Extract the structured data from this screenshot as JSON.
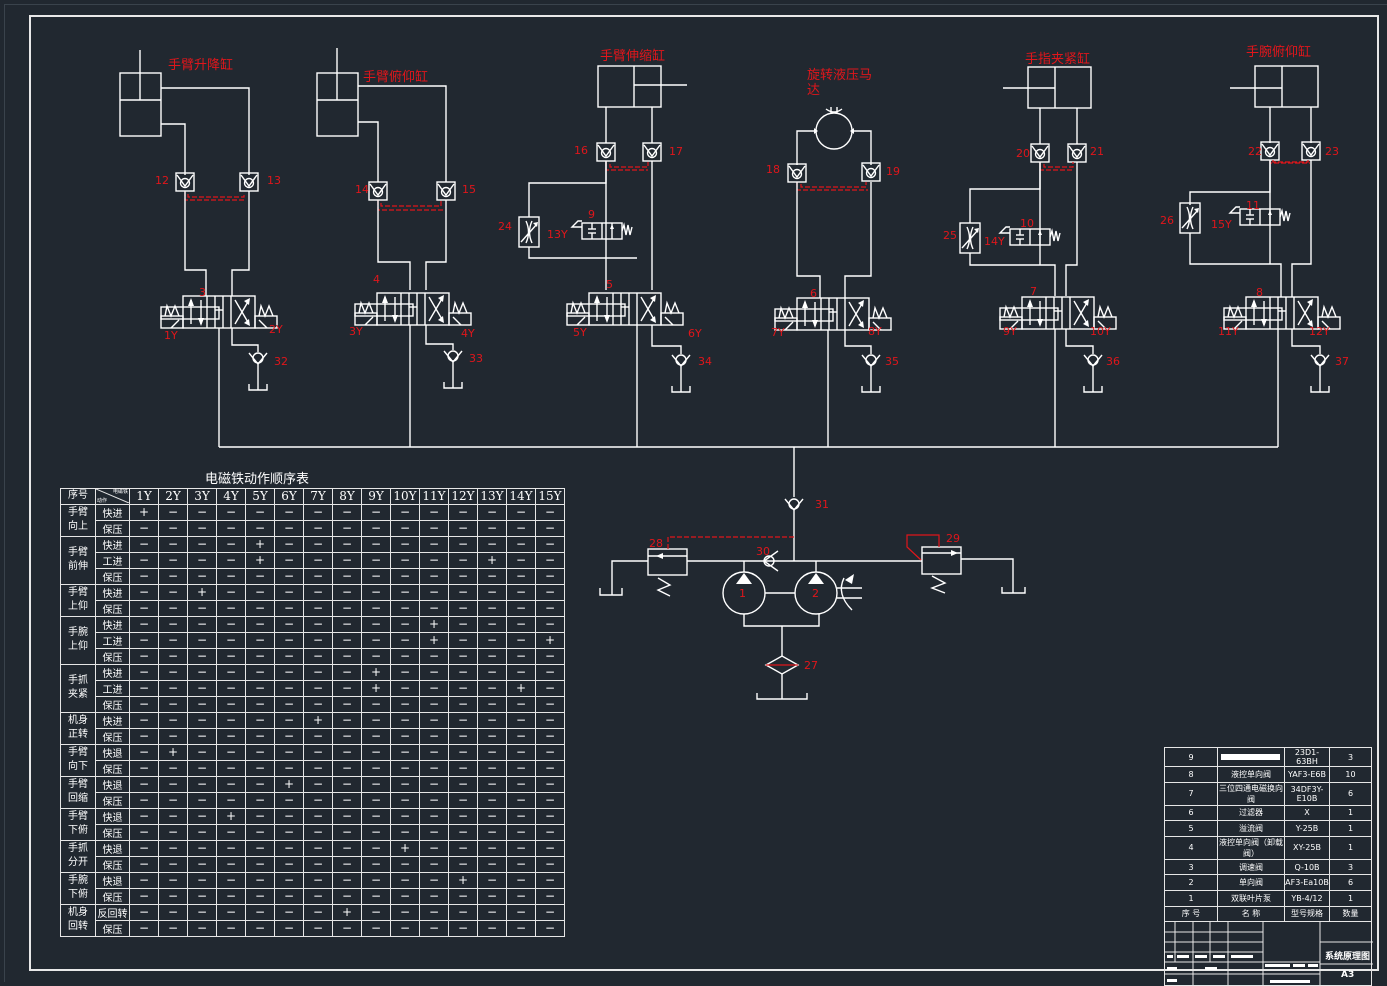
{
  "drawing": {
    "colors": {
      "background": "#212830",
      "line": "#ffffff",
      "annotation": "#e0161b"
    },
    "cylinders": [
      {
        "id": "arm-lift",
        "title": "手臂升降缸"
      },
      {
        "id": "arm-pitch",
        "title": "手臂俯仰缸"
      },
      {
        "id": "arm-extend",
        "title": "手臂伸缩缸"
      },
      {
        "id": "rotary-motor",
        "title": "旋转液压马达"
      },
      {
        "id": "finger-clamp",
        "title": "手指夹紧缸"
      },
      {
        "id": "wrist-pitch",
        "title": "手腕俯仰缸"
      }
    ],
    "check_valve_pairs": [
      [
        "12",
        "13"
      ],
      [
        "14",
        "15"
      ],
      [
        "16",
        "17"
      ],
      [
        "18",
        "19"
      ],
      [
        "20",
        "21"
      ],
      [
        "22",
        "23"
      ]
    ],
    "directional_valves": [
      {
        "num": "3",
        "left": "1Y",
        "right": "2Y",
        "check": "32"
      },
      {
        "num": "4",
        "left": "3Y",
        "right": "4Y",
        "check": "33"
      },
      {
        "num": "5",
        "left": "5Y",
        "right": "6Y",
        "check": "34"
      },
      {
        "num": "6",
        "left": "7Y",
        "right": "8Y",
        "check": "35"
      },
      {
        "num": "7",
        "left": "9Y",
        "right": "10Y",
        "check": "36"
      },
      {
        "num": "8",
        "left": "11Y",
        "right": "12Y",
        "check": "37"
      }
    ],
    "speed_circuits": [
      {
        "throttle": "24",
        "valve": "9",
        "solenoid": "13Y"
      },
      {
        "throttle": "25",
        "valve": "10",
        "solenoid": "14Y"
      },
      {
        "throttle": "26",
        "valve": "11",
        "solenoid": "15Y"
      }
    ],
    "power_unit": {
      "pump1": "1",
      "pump2": "2",
      "filter": "27",
      "relief_left": "28",
      "relief_right": "29",
      "check_30": "30",
      "check_31": "31"
    }
  },
  "sequence_table": {
    "title": "电磁铁动作顺序表",
    "header_index": "序号",
    "header_diag_top": "电磁铁",
    "header_diag_bottom": "动作",
    "columns": [
      "1Y",
      "2Y",
      "3Y",
      "4Y",
      "5Y",
      "6Y",
      "7Y",
      "8Y",
      "9Y",
      "10Y",
      "11Y",
      "12Y",
      "13Y",
      "14Y",
      "15Y"
    ],
    "groups": [
      {
        "name": [
          "手臂",
          "向上"
        ],
        "rows": [
          {
            "action": "快进",
            "values": [
              "+",
              "−",
              "−",
              "−",
              "−",
              "−",
              "−",
              "−",
              "−",
              "−",
              "−",
              "−",
              "−",
              "−",
              "−"
            ]
          },
          {
            "action": "保压",
            "values": [
              "−",
              "−",
              "−",
              "−",
              "−",
              "−",
              "−",
              "−",
              "−",
              "−",
              "−",
              "−",
              "−",
              "−",
              "−"
            ]
          }
        ]
      },
      {
        "name": [
          "手臂",
          "前伸"
        ],
        "rows": [
          {
            "action": "快进",
            "values": [
              "−",
              "−",
              "−",
              "−",
              "+",
              "−",
              "−",
              "−",
              "−",
              "−",
              "−",
              "−",
              "−",
              "−",
              "−"
            ]
          },
          {
            "action": "工进",
            "values": [
              "−",
              "−",
              "−",
              "−",
              "+",
              "−",
              "−",
              "−",
              "−",
              "−",
              "−",
              "−",
              "+",
              "−",
              "−"
            ]
          },
          {
            "action": "保压",
            "values": [
              "−",
              "−",
              "−",
              "−",
              "−",
              "−",
              "−",
              "−",
              "−",
              "−",
              "−",
              "−",
              "−",
              "−",
              "−"
            ]
          }
        ]
      },
      {
        "name": [
          "手臂",
          "上仰"
        ],
        "rows": [
          {
            "action": "快进",
            "values": [
              "−",
              "−",
              "+",
              "−",
              "−",
              "−",
              "−",
              "−",
              "−",
              "−",
              "−",
              "−",
              "−",
              "−",
              "−"
            ]
          },
          {
            "action": "保压",
            "values": [
              "−",
              "−",
              "−",
              "−",
              "−",
              "−",
              "−",
              "−",
              "−",
              "−",
              "−",
              "−",
              "−",
              "−",
              "−"
            ]
          }
        ]
      },
      {
        "name": [
          "手腕",
          "上仰"
        ],
        "rows": [
          {
            "action": "快进",
            "values": [
              "−",
              "−",
              "−",
              "−",
              "−",
              "−",
              "−",
              "−",
              "−",
              "−",
              "+",
              "−",
              "−",
              "−",
              "−"
            ]
          },
          {
            "action": "工进",
            "values": [
              "−",
              "−",
              "−",
              "−",
              "−",
              "−",
              "−",
              "−",
              "−",
              "−",
              "+",
              "−",
              "−",
              "−",
              "+"
            ]
          },
          {
            "action": "保压",
            "values": [
              "−",
              "−",
              "−",
              "−",
              "−",
              "−",
              "−",
              "−",
              "−",
              "−",
              "−",
              "−",
              "−",
              "−",
              "−"
            ]
          }
        ]
      },
      {
        "name": [
          "手抓",
          "夹紧"
        ],
        "rows": [
          {
            "action": "快进",
            "values": [
              "−",
              "−",
              "−",
              "−",
              "−",
              "−",
              "−",
              "−",
              "+",
              "−",
              "−",
              "−",
              "−",
              "−",
              "−"
            ]
          },
          {
            "action": "工进",
            "values": [
              "−",
              "−",
              "−",
              "−",
              "−",
              "−",
              "−",
              "−",
              "+",
              "−",
              "−",
              "−",
              "−",
              "+",
              "−"
            ]
          },
          {
            "action": "保压",
            "values": [
              "−",
              "−",
              "−",
              "−",
              "−",
              "−",
              "−",
              "−",
              "−",
              "−",
              "−",
              "−",
              "−",
              "−",
              "−"
            ]
          }
        ]
      },
      {
        "name": [
          "机身",
          "正转"
        ],
        "rows": [
          {
            "action": "快进",
            "values": [
              "−",
              "−",
              "−",
              "−",
              "−",
              "−",
              "+",
              "−",
              "−",
              "−",
              "−",
              "−",
              "−",
              "−",
              "−"
            ]
          },
          {
            "action": "保压",
            "values": [
              "−",
              "−",
              "−",
              "−",
              "−",
              "−",
              "−",
              "−",
              "−",
              "−",
              "−",
              "−",
              "−",
              "−",
              "−"
            ]
          }
        ]
      },
      {
        "name": [
          "手臂",
          "向下"
        ],
        "rows": [
          {
            "action": "快退",
            "values": [
              "−",
              "+",
              "−",
              "−",
              "−",
              "−",
              "−",
              "−",
              "−",
              "−",
              "−",
              "−",
              "−",
              "−",
              "−"
            ]
          },
          {
            "action": "保压",
            "values": [
              "−",
              "−",
              "−",
              "−",
              "−",
              "−",
              "−",
              "−",
              "−",
              "−",
              "−",
              "−",
              "−",
              "−",
              "−"
            ]
          }
        ]
      },
      {
        "name": [
          "手臂",
          "回缩"
        ],
        "rows": [
          {
            "action": "快退",
            "values": [
              "−",
              "−",
              "−",
              "−",
              "−",
              "+",
              "−",
              "−",
              "−",
              "−",
              "−",
              "−",
              "−",
              "−",
              "−"
            ]
          },
          {
            "action": "保压",
            "values": [
              "−",
              "−",
              "−",
              "−",
              "−",
              "−",
              "−",
              "−",
              "−",
              "−",
              "−",
              "−",
              "−",
              "−",
              "−"
            ]
          }
        ]
      },
      {
        "name": [
          "手臂",
          "下俯"
        ],
        "rows": [
          {
            "action": "快退",
            "values": [
              "−",
              "−",
              "−",
              "+",
              "−",
              "−",
              "−",
              "−",
              "−",
              "−",
              "−",
              "−",
              "−",
              "−",
              "−"
            ]
          },
          {
            "action": "保压",
            "values": [
              "−",
              "−",
              "−",
              "−",
              "−",
              "−",
              "−",
              "−",
              "−",
              "−",
              "−",
              "−",
              "−",
              "−",
              "−"
            ]
          }
        ]
      },
      {
        "name": [
          "手抓",
          "分开"
        ],
        "rows": [
          {
            "action": "快退",
            "values": [
              "−",
              "−",
              "−",
              "−",
              "−",
              "−",
              "−",
              "−",
              "−",
              "+",
              "−",
              "−",
              "−",
              "−",
              "−"
            ]
          },
          {
            "action": "保压",
            "values": [
              "−",
              "−",
              "−",
              "−",
              "−",
              "−",
              "−",
              "−",
              "−",
              "−",
              "−",
              "−",
              "−",
              "−",
              "−"
            ]
          }
        ]
      },
      {
        "name": [
          "手腕",
          "下俯"
        ],
        "rows": [
          {
            "action": "快退",
            "values": [
              "−",
              "−",
              "−",
              "−",
              "−",
              "−",
              "−",
              "−",
              "−",
              "−",
              "−",
              "+",
              "−",
              "−",
              "−"
            ]
          },
          {
            "action": "保压",
            "values": [
              "−",
              "−",
              "−",
              "−",
              "−",
              "−",
              "−",
              "−",
              "−",
              "−",
              "−",
              "−",
              "−",
              "−",
              "−"
            ]
          }
        ]
      },
      {
        "name": [
          "机身",
          "回转"
        ],
        "rows": [
          {
            "action": "反回转",
            "values": [
              "−",
              "−",
              "−",
              "−",
              "−",
              "−",
              "−",
              "+",
              "−",
              "−",
              "−",
              "−",
              "−",
              "−",
              "−"
            ]
          },
          {
            "action": "保压",
            "values": [
              "−",
              "−",
              "−",
              "−",
              "−",
              "−",
              "−",
              "−",
              "−",
              "−",
              "−",
              "−",
              "−",
              "−",
              "−"
            ]
          }
        ]
      }
    ]
  },
  "title_block": {
    "parts": [
      {
        "no": "9",
        "name": "",
        "model": "23D1-63BH",
        "qty": "3"
      },
      {
        "no": "8",
        "name": "液控单向阀",
        "model": "YAF3-E6B",
        "qty": "10"
      },
      {
        "no": "7",
        "name": "三位四通电磁换向阀",
        "model": "34DF3Y-E10B",
        "qty": "6"
      },
      {
        "no": "6",
        "name": "过滤器",
        "model": "X",
        "qty": "1"
      },
      {
        "no": "5",
        "name": "溢流阀",
        "model": "Y-25B",
        "qty": "1"
      },
      {
        "no": "4",
        "name": "液控单向阀（卸载阀）",
        "model": "XY-25B",
        "qty": "1"
      },
      {
        "no": "3",
        "name": "调速阀",
        "model": "Q-10B",
        "qty": "3"
      },
      {
        "no": "2",
        "name": "单向阀",
        "model": "AF3-Ea10B",
        "qty": "6"
      },
      {
        "no": "1",
        "name": "双联叶片泵",
        "model": "YB-4/12",
        "qty": "1"
      }
    ],
    "header": {
      "no": "序 号",
      "name": "名 称",
      "model": "型号规格",
      "qty": "数量"
    },
    "drawing_name": "系统原理图",
    "sheet_size": "A3"
  }
}
